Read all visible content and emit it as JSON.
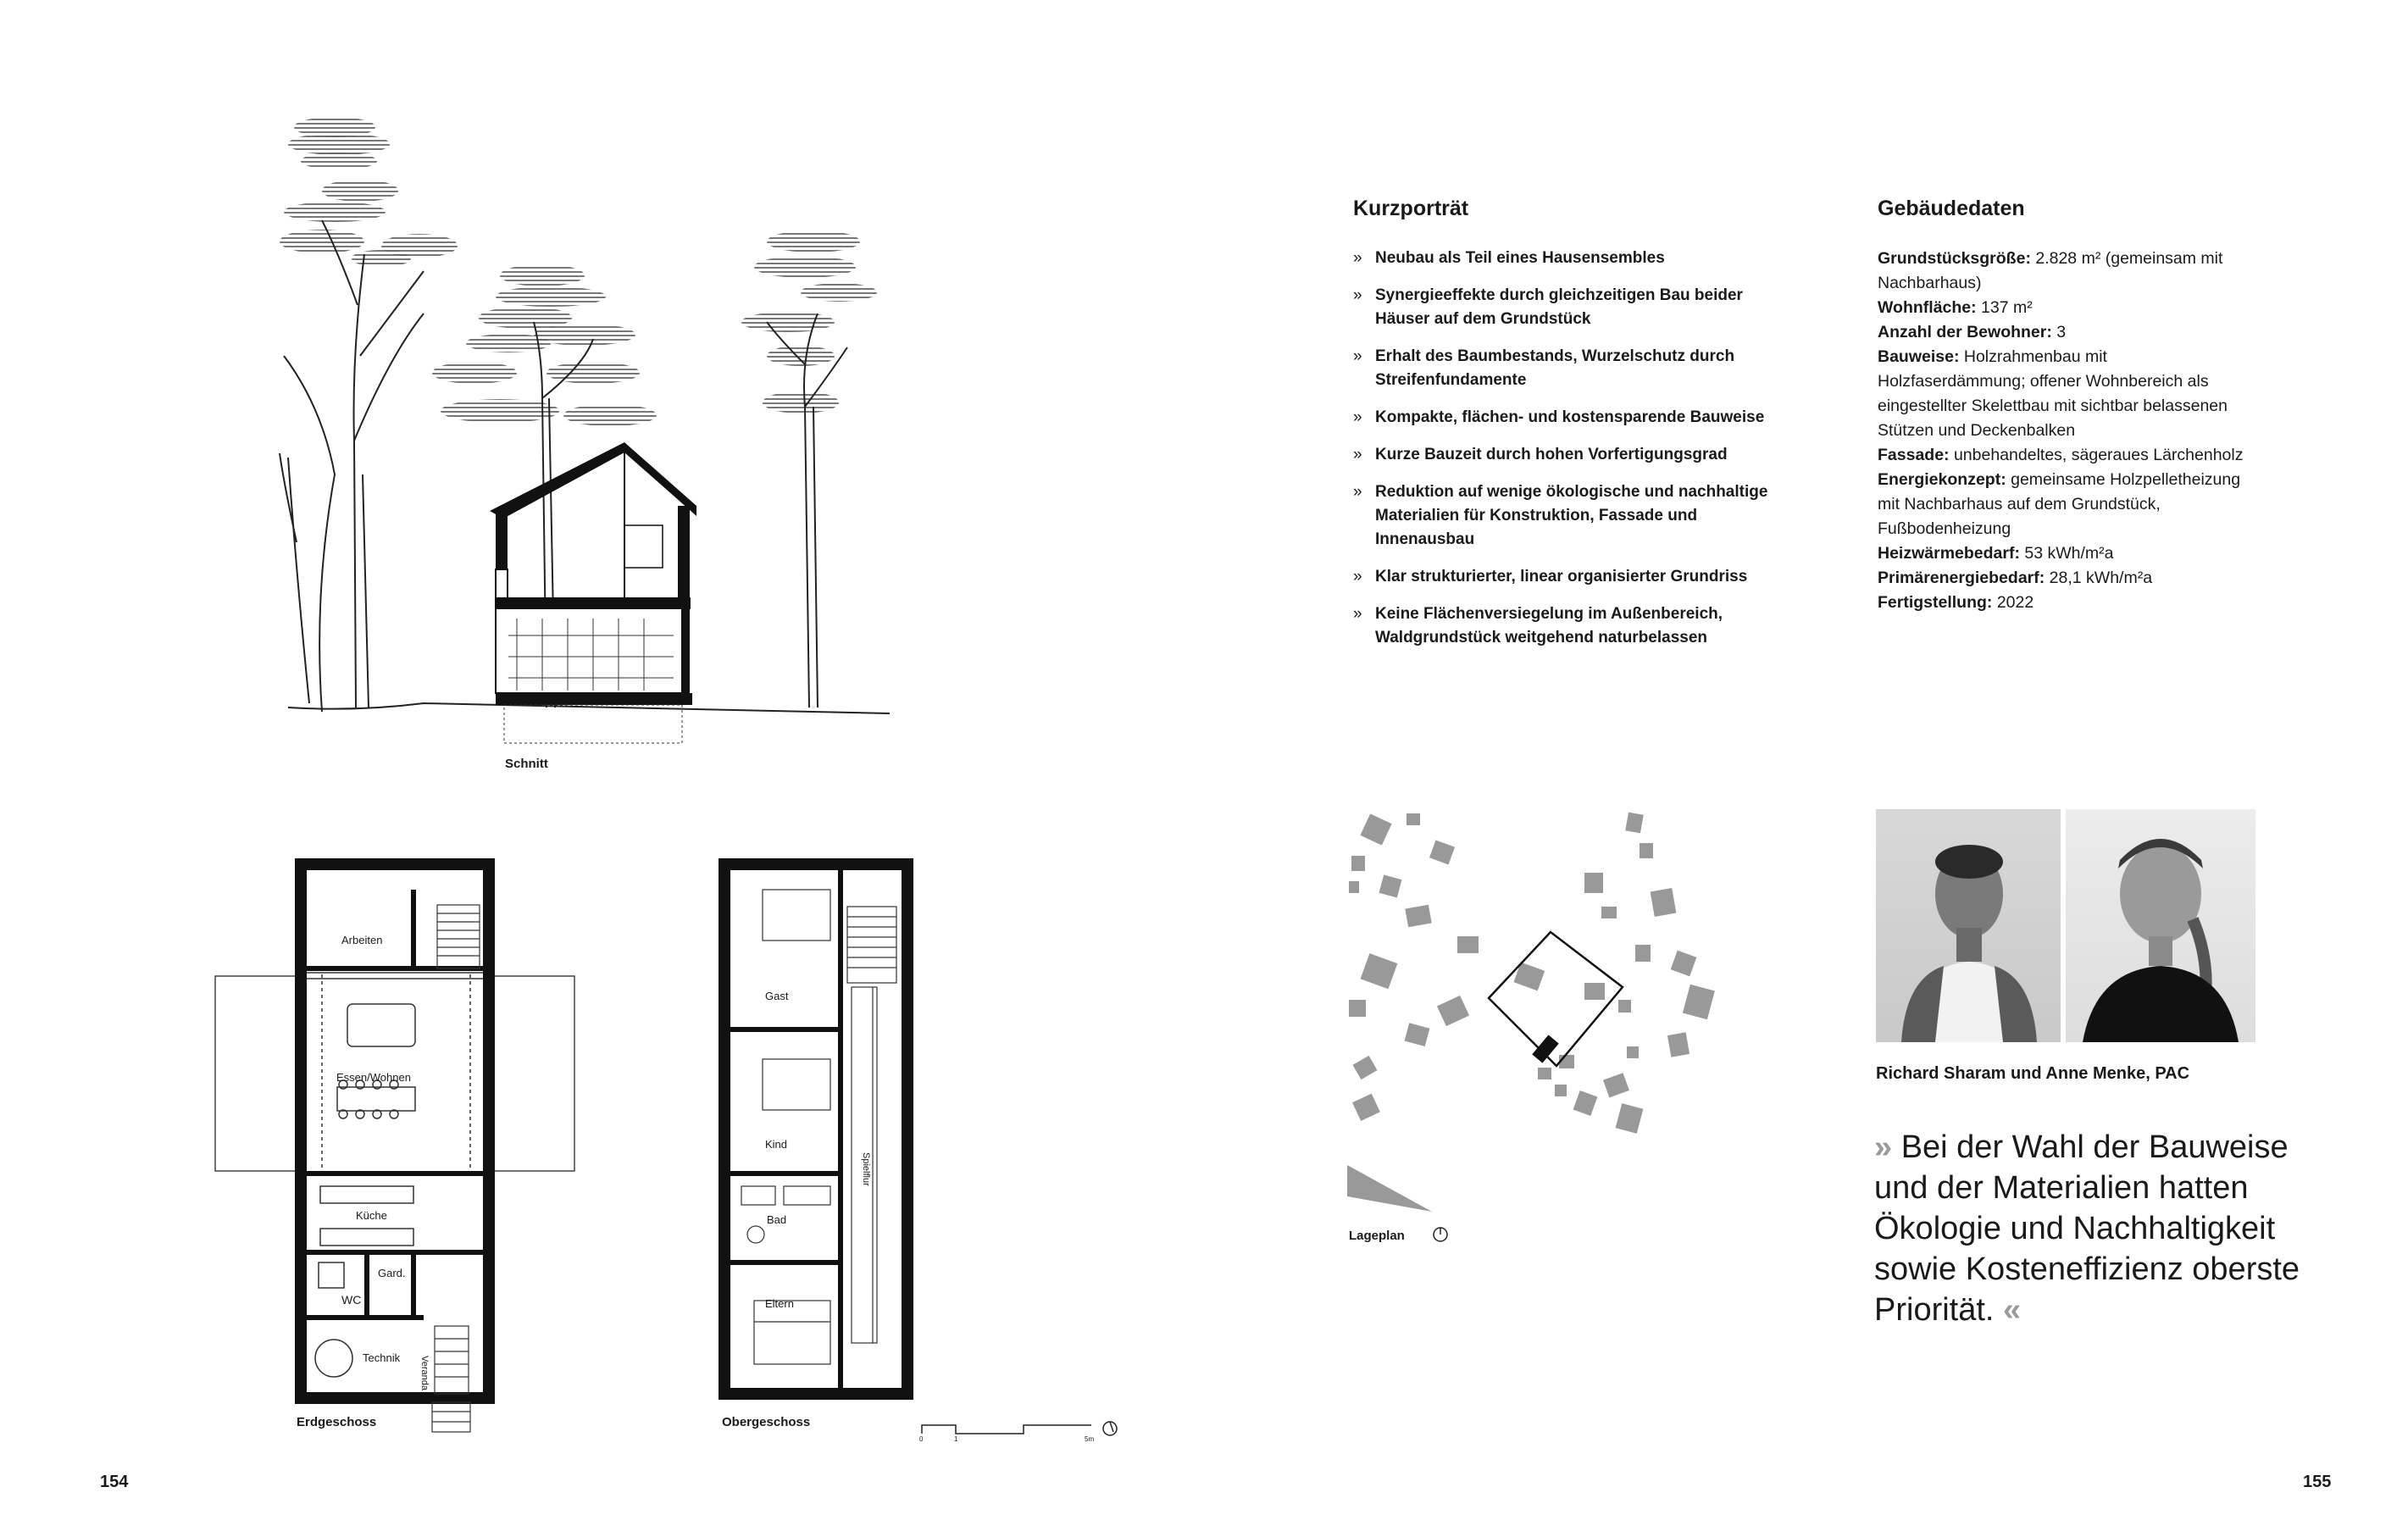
{
  "left_page": {
    "page_number": "154",
    "section_label": "Schnitt",
    "floor_labels": {
      "ground": "Erdgeschoss",
      "upper": "Obergeschoss"
    },
    "scale_bar": {
      "start": "0",
      "mid": "1",
      "end": "5m"
    },
    "rooms_ground": {
      "arbeiten": "Arbeiten",
      "essen": "Essen/Wohnen",
      "kueche": "Küche",
      "gard": "Gard.",
      "wc": "WC",
      "technik": "Technik",
      "veranda": "Veranda"
    },
    "rooms_upper": {
      "gast": "Gast",
      "kind": "Kind",
      "bad": "Bad",
      "eltern": "Eltern",
      "spielflur": "Spielflur"
    }
  },
  "right_page": {
    "page_number": "155",
    "kurzportraet": {
      "title": "Kurzporträt",
      "items": [
        "Neubau als Teil eines Hausensembles",
        "Synergieeffekte durch gleichzeitigen Bau beider Häuser auf dem Grundstück",
        "Erhalt des Baumbestands, Wurzelschutz durch Streifenfundamente",
        "Kompakte, flächen- und kostensparende Bauweise",
        "Kurze Bauzeit durch hohen Vorfertigungsgrad",
        "Reduktion auf wenige ökologische und nachhaltige Materialien für Konstruktion, Fassade und Innenausbau",
        "Klar strukturierter, linear organisierter Grundriss",
        "Keine Flächenversiegelung im Außenbereich, Waldgrundstück weitgehend naturbelassen"
      ]
    },
    "gebaeudedaten": {
      "title": "Gebäudedaten",
      "rows": [
        {
          "label": "Grundstücksgröße:",
          "value": " 2.828 m² (gemeinsam mit Nachbarhaus)"
        },
        {
          "label": "Wohnfläche:",
          "value": " 137 m²"
        },
        {
          "label": "Anzahl der Bewohner:",
          "value": " 3"
        },
        {
          "label": "Bauweise:",
          "value": " Holzrahmenbau mit Holzfaserdämmung; offener Wohnbereich als eingestellter Skelettbau mit sichtbar belassenen Stützen und Deckenbalken"
        },
        {
          "label": "Fassade:",
          "value": " unbehandeltes, sägeraues Lärchenholz"
        },
        {
          "label": "Energiekonzept:",
          "value": " gemeinsame Holzpelletheizung mit Nachbarhaus auf dem Grundstück, Fußbodenheizung"
        },
        {
          "label": "Heizwärmebedarf:",
          "value": " 53 kWh/m²a"
        },
        {
          "label": "Primärenergiebedarf:",
          "value": " 28,1 kWh/m²a"
        },
        {
          "label": "Fertigstellung:",
          "value": " 2022"
        }
      ]
    },
    "site_plan_label": "Lageplan",
    "portrait_caption": "Richard Sharam und Anne Menke, PAC",
    "quote": {
      "open": "»",
      "text": " Bei der Wahl der Bauweise und der Materialien hatten Ökologie und Nachhaltigkeit sowie Kosteneffizienz oberste Priorität. ",
      "close": "«"
    }
  }
}
